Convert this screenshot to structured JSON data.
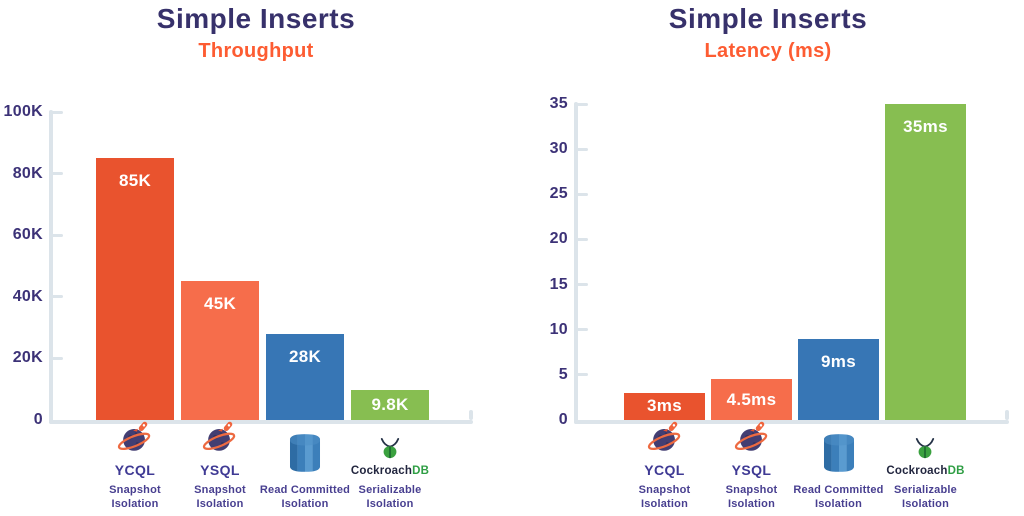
{
  "colors": {
    "title": "#37316B",
    "subtitle": "#FD5C32",
    "axis_label": "#3C3277",
    "axis_line": "#DCE4EA",
    "bar_label": "#FFFFFF",
    "category_name": "#3F3A94",
    "category_sublabel": "#483F90",
    "cockroach_wordmark": "#22263F",
    "cockroach_db": "#2F9E44"
  },
  "chart_data": [
    {
      "type": "bar",
      "title": "Simple Inserts",
      "subtitle": "Throughput",
      "categories": [
        "YCQL Snapshot Isolation",
        "YSQL Snapshot Isolation",
        "Read Committed Isolation",
        "CockroachDB Serializable Isolation"
      ],
      "values": [
        85000,
        45000,
        28000,
        9800
      ],
      "bar_labels": [
        "85K",
        "45K",
        "28K",
        "9.8K"
      ],
      "bar_colors": [
        "#E9532E",
        "#F66D4B",
        "#3776B5",
        "#87BE51"
      ],
      "ylim": [
        0,
        100000
      ],
      "y_tick_values": [
        0,
        20000,
        40000,
        60000,
        80000,
        100000
      ],
      "y_tick_labels": [
        "0",
        "20K",
        "40K",
        "60K",
        "80K",
        "100K"
      ],
      "grid": false,
      "legend": false
    },
    {
      "type": "bar",
      "title": "Simple Inserts",
      "subtitle": "Latency (ms)",
      "categories": [
        "YCQL Snapshot Isolation",
        "YSQL Snapshot Isolation",
        "Read Committed Isolation",
        "CockroachDB Serializable Isolation"
      ],
      "values": [
        3,
        4.5,
        9,
        35
      ],
      "bar_labels": [
        "3ms",
        "4.5ms",
        "9ms",
        "35ms"
      ],
      "bar_colors": [
        "#E9532E",
        "#F66D4B",
        "#3776B5",
        "#87BE51"
      ],
      "ylim": [
        0,
        35
      ],
      "y_tick_values": [
        0,
        5,
        10,
        15,
        20,
        25,
        30,
        35
      ],
      "y_tick_labels": [
        "0",
        "5",
        "10",
        "15",
        "20",
        "25",
        "30",
        "35"
      ],
      "grid": false,
      "legend": false
    }
  ],
  "categories": [
    {
      "icon": "yugabyte-planet-icon",
      "name": "YCQL",
      "sublabel": "Snapshot Isolation"
    },
    {
      "icon": "yugabyte-planet-icon",
      "name": "YSQL",
      "sublabel": "Snapshot Isolation"
    },
    {
      "icon": "database-cylinder-icon",
      "name": "",
      "sublabel": "Read Committed Isolation"
    },
    {
      "icon": "cockroachdb-logo",
      "name": "",
      "wordmark": [
        "Cockroach",
        "DB"
      ],
      "sublabel": "Serializable Isolation"
    }
  ]
}
